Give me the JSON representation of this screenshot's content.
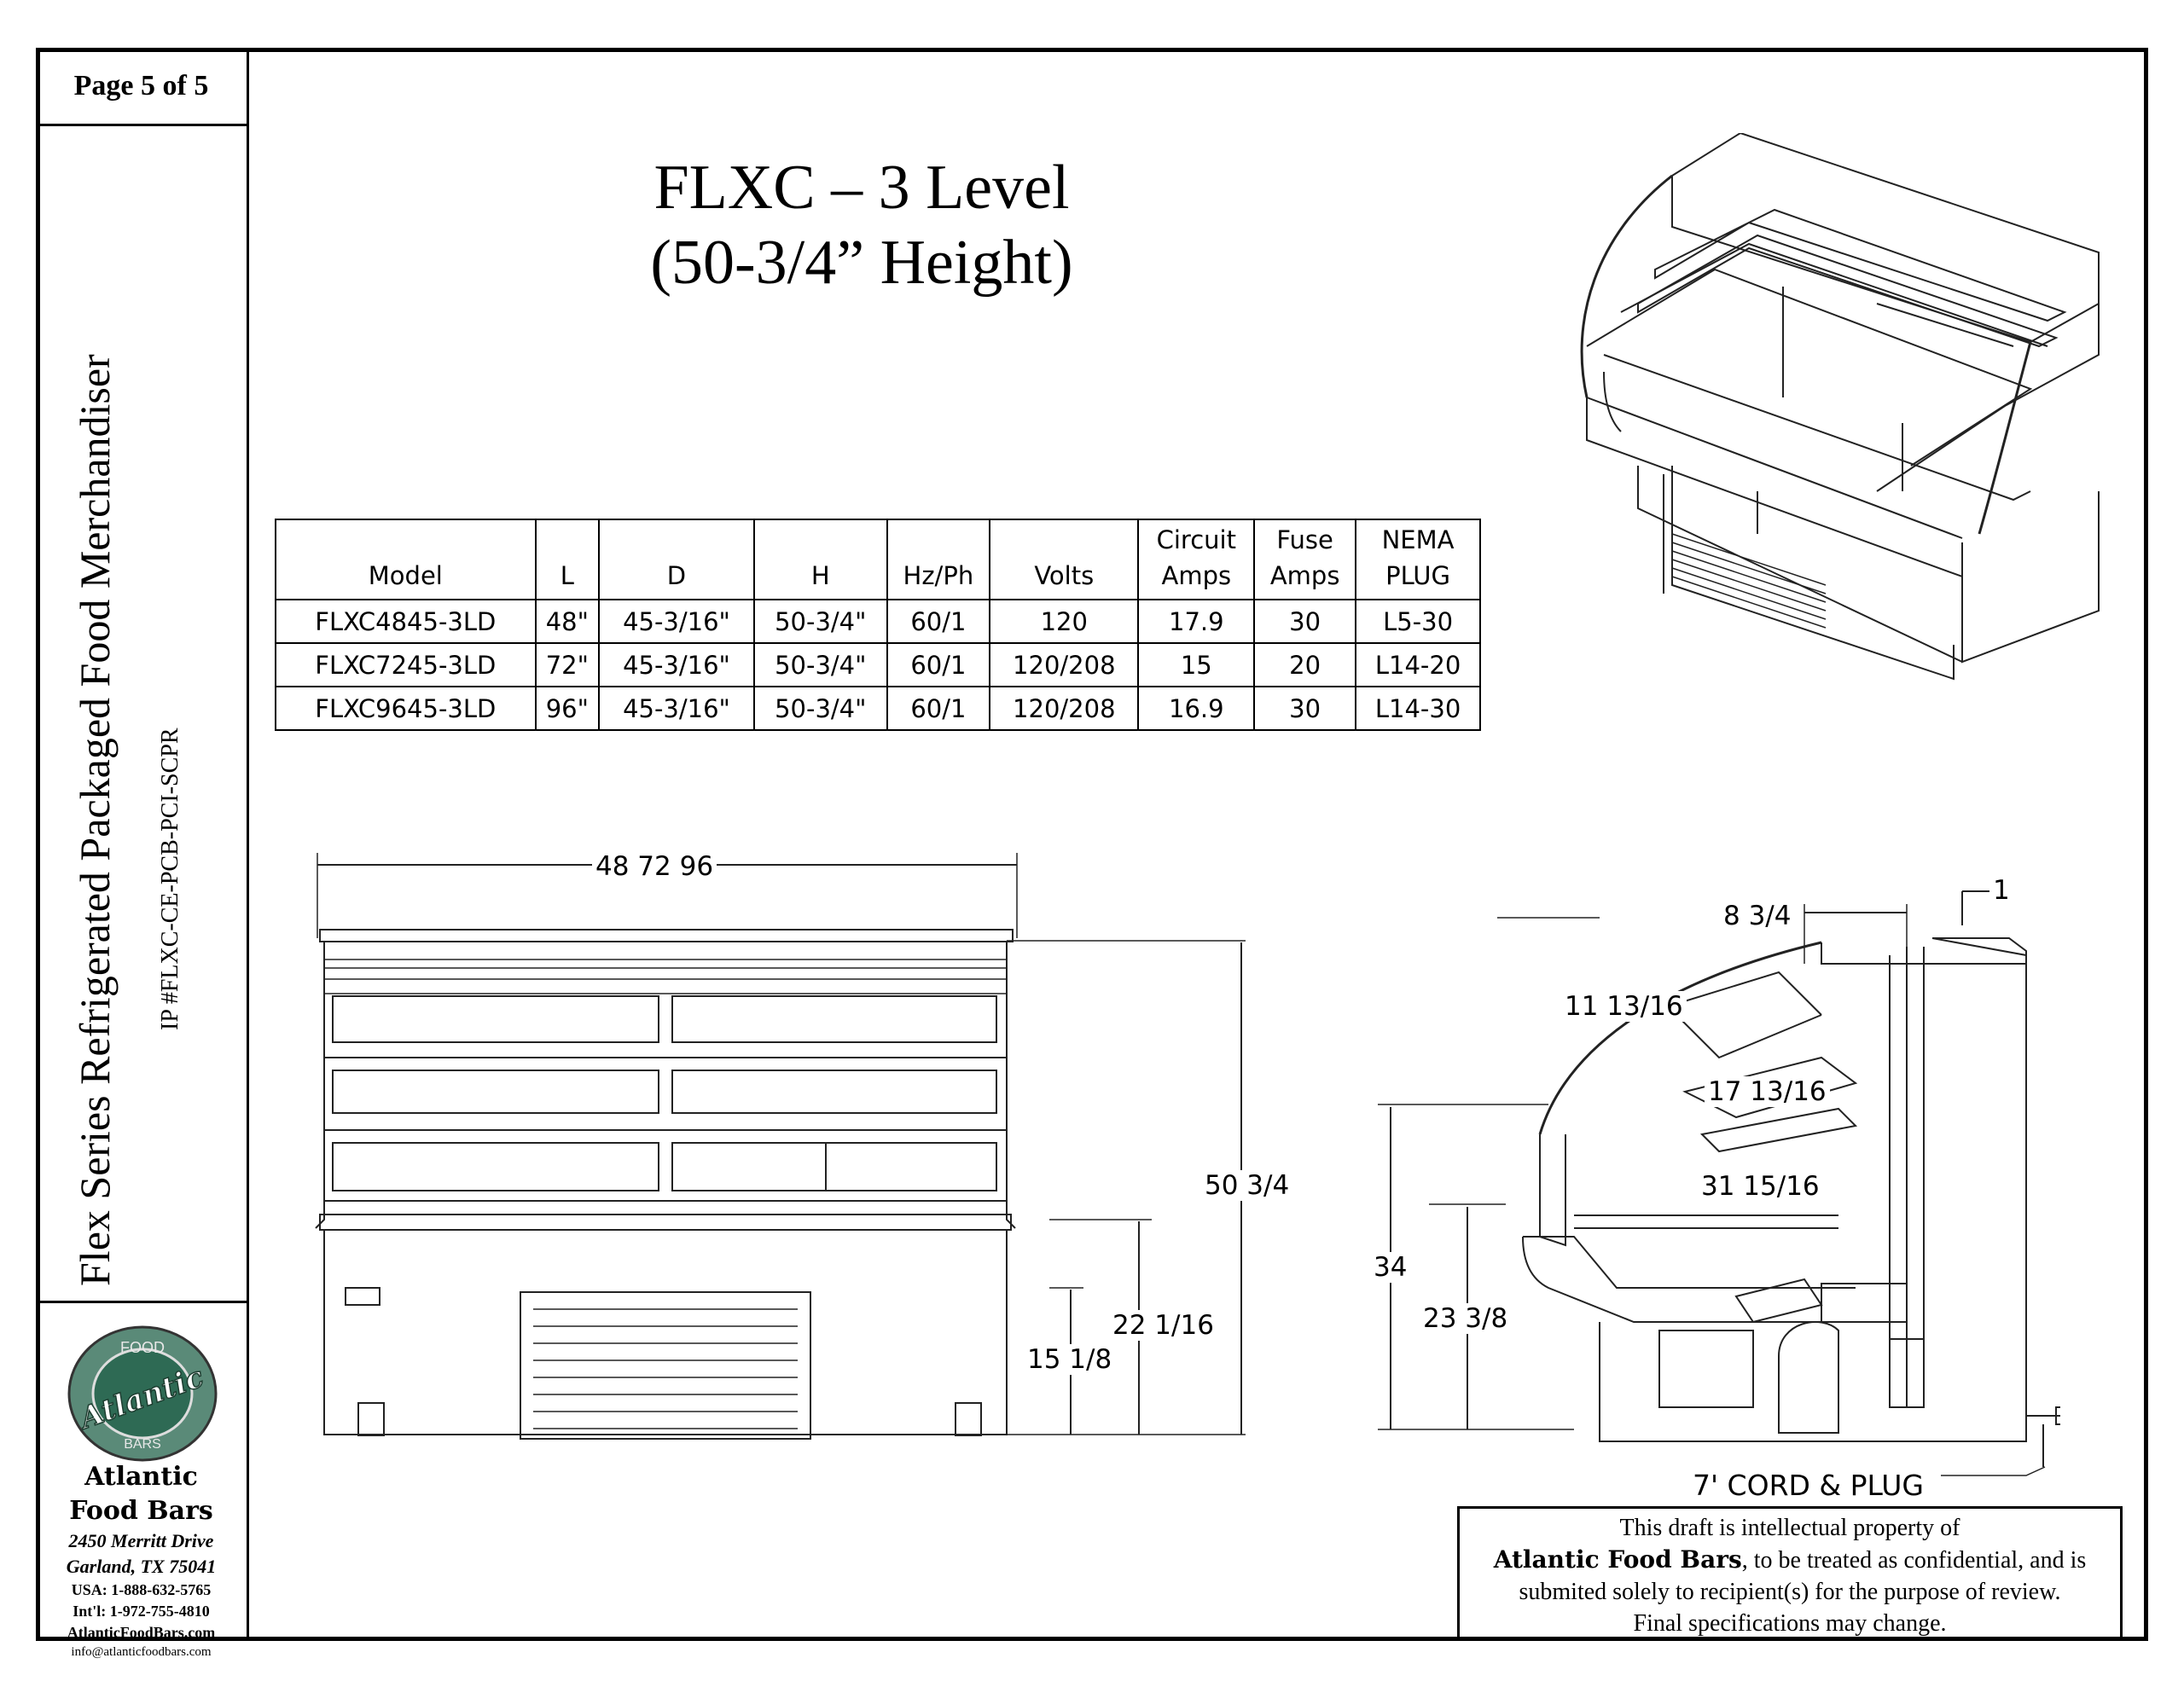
{
  "page": "Page 5 of 5",
  "sidebar": {
    "series_title": "Flex Series Refrigerated Packaged Food Merchandiser",
    "ip_number": "IP #FLXC-CE-PCB-PCI-SCPR"
  },
  "logo": {
    "ring_top": "FOOD",
    "center": "Atlantic",
    "ring_bottom": "BARS"
  },
  "company": {
    "name_line1": "Atlantic",
    "name_line2": "Food Bars",
    "address1": "2450 Merritt Drive",
    "address2": "Garland, TX 75041",
    "phone_usa": "USA: 1-888-632-5765",
    "phone_intl": "Int'l: 1-972-755-4810",
    "website": "AtlanticFoodBars.com",
    "email": "info@atlanticfoodbars.com"
  },
  "title": {
    "line1": "FLXC – 3 Level",
    "line2": "(50-3/4” Height)"
  },
  "spec_table": {
    "headers": [
      [
        "",
        "Model"
      ],
      [
        "",
        "L"
      ],
      [
        "",
        "D"
      ],
      [
        "",
        "H"
      ],
      [
        "",
        "Hz/Ph"
      ],
      [
        "",
        "Volts"
      ],
      [
        "Circuit",
        "Amps"
      ],
      [
        "Fuse",
        "Amps"
      ],
      [
        "NEMA",
        "PLUG"
      ]
    ],
    "rows": [
      [
        "FLXC4845-3LD",
        "48\"",
        "45-3/16\"",
        "50-3/4\"",
        "60/1",
        "120",
        "17.9",
        "30",
        "L5-30"
      ],
      [
        "FLXC7245-3LD",
        "72\"",
        "45-3/16\"",
        "50-3/4\"",
        "60/1",
        "120/208",
        "15",
        "20",
        "L14-20"
      ],
      [
        "FLXC9645-3LD",
        "96\"",
        "45-3/16\"",
        "50-3/4\"",
        "60/1",
        "120/208",
        "16.9",
        "30",
        "L14-30"
      ]
    ]
  },
  "front_view": {
    "width_dim": "48  72  96",
    "height_dim": "50 3/4",
    "height2_dim": "22 1/16",
    "height3_dim": "15 1/8"
  },
  "side_view": {
    "dim_top": "8 3/4",
    "dim_top_right": "1",
    "dim_upper": "11 13/16",
    "dim_mid": "17 13/16",
    "dim_depth": "31 15/16",
    "dim_h34": "34",
    "dim_h23": "23 3/8",
    "cord": "7' CORD & PLUG"
  },
  "note": {
    "line1": "This draft is intellectual property of",
    "company": "Atlantic Food Bars",
    "line2_rest": ", to be treated as confidential, and is",
    "line3": "submited solely to recipient(s) for the purpose of review.",
    "line4": "Final specifications may change."
  }
}
